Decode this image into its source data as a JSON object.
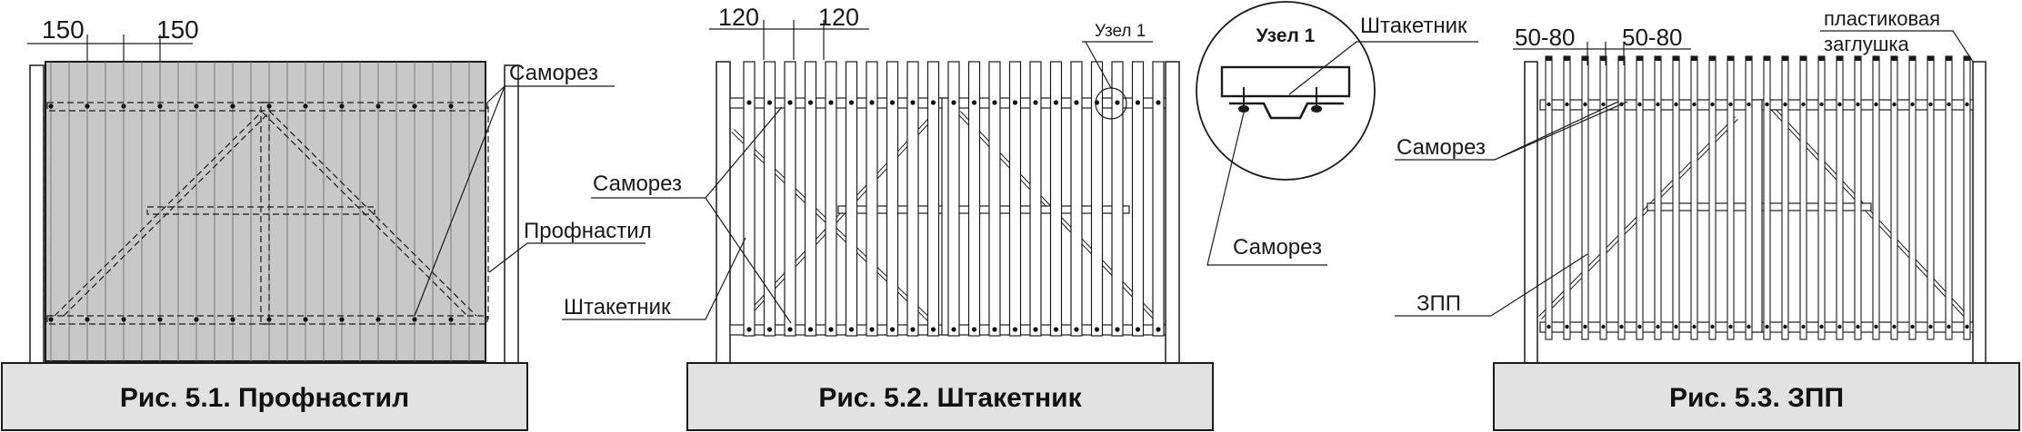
{
  "figures": [
    {
      "caption": "Рис. 5.1. Профнастил",
      "dim_left": "150",
      "dim_right": "150",
      "label_screw": "Саморез",
      "label_material": "Профнастил"
    },
    {
      "caption": "Рис. 5.2. Штакетник",
      "dim_left": "120",
      "dim_right": "120",
      "label_node": "Узел 1",
      "label_screw": "Саморез",
      "label_material": "Штакетник"
    },
    {
      "caption": "Рис. 5.3. ЗПП",
      "dim_left": "50-80",
      "dim_right": "50-80",
      "label_cap_line1": "пластиковая",
      "label_cap_line2": "заглушка",
      "label_screw": "Саморез",
      "label_material": "ЗПП"
    }
  ],
  "node_detail": {
    "title": "Узел 1",
    "label_material": "Штакетник",
    "label_screw": "Саморез"
  },
  "colors": {
    "line": "#1a1a1a",
    "sheet_fill": "#c8c8c8",
    "caption_box": "#e2e2e2"
  }
}
